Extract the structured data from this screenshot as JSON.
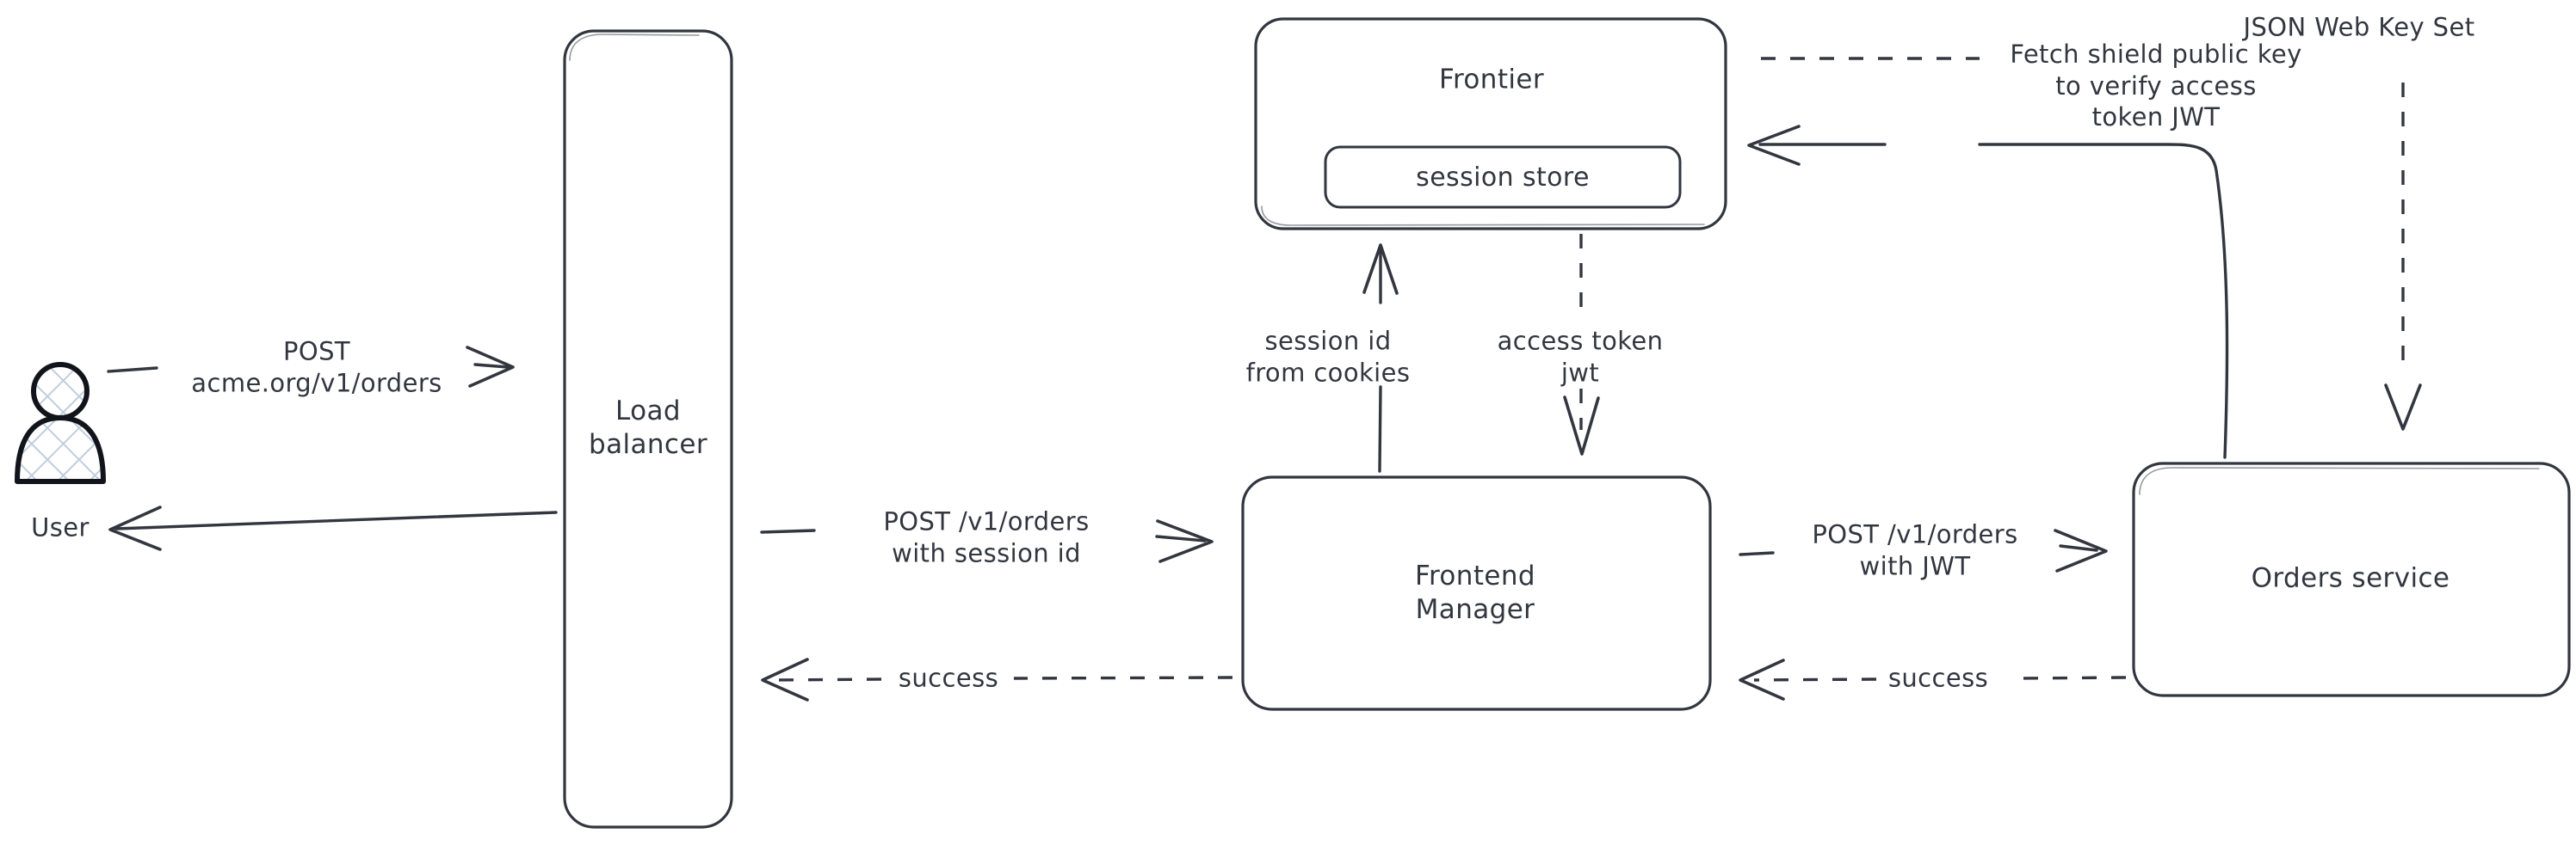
{
  "diagram": {
    "title": "Authentication flow: user request through load balancer, frontend manager and orders service",
    "stroke_color": "#32363f",
    "background_color": "#ffffff",
    "actor_fill_color": "#c9d2e0",
    "nodes": [
      {
        "id": "user",
        "label": "User",
        "shape": "actor"
      },
      {
        "id": "load_balancer",
        "label": "Load\nbalancer",
        "shape": "rounded-rect"
      },
      {
        "id": "frontier",
        "label": "Frontier",
        "shape": "rounded-rect"
      },
      {
        "id": "session_store",
        "label": "session store",
        "shape": "rounded-rect-inner"
      },
      {
        "id": "frontend_manager",
        "label": "Frontend\nManager",
        "shape": "rounded-rect"
      },
      {
        "id": "orders_service",
        "label": "Orders service",
        "shape": "rounded-rect"
      }
    ],
    "edges": [
      {
        "id": "user-to-lb",
        "label": "POST\nacme.org/v1/orders",
        "from": "user",
        "to": "load_balancer",
        "style": "solid",
        "direction": "right"
      },
      {
        "id": "lb-to-user",
        "label": "",
        "from": "load_balancer",
        "to": "user",
        "style": "solid",
        "direction": "left"
      },
      {
        "id": "lb-to-fm",
        "label": "POST /v1/orders\nwith session id",
        "from": "load_balancer",
        "to": "frontend_manager",
        "style": "solid",
        "direction": "right"
      },
      {
        "id": "fm-to-lb",
        "label": "success",
        "from": "frontend_manager",
        "to": "load_balancer",
        "style": "dashed",
        "direction": "left"
      },
      {
        "id": "fm-to-frontier",
        "label": "session id\nfrom cookies",
        "from": "frontend_manager",
        "to": "frontier",
        "style": "solid",
        "direction": "up"
      },
      {
        "id": "frontier-to-fm",
        "label": "access token\njwt",
        "from": "frontier",
        "to": "frontend_manager",
        "style": "dashed",
        "direction": "down"
      },
      {
        "id": "fm-to-orders",
        "label": "POST /v1/orders\nwith JWT",
        "from": "frontend_manager",
        "to": "orders_service",
        "style": "solid",
        "direction": "right"
      },
      {
        "id": "orders-to-fm",
        "label": "success",
        "from": "orders_service",
        "to": "frontend_manager",
        "style": "dashed",
        "direction": "left"
      },
      {
        "id": "orders-to-frontier",
        "label": "Fetch shield public key\nto verify access\ntoken JWT",
        "from": "orders_service",
        "to": "frontier",
        "style": "solid",
        "direction": "left"
      },
      {
        "id": "jwks-to-orders",
        "label": "JSON Web Key Set",
        "from": "frontier",
        "to": "orders_service",
        "style": "dashed",
        "direction": "down"
      }
    ]
  }
}
